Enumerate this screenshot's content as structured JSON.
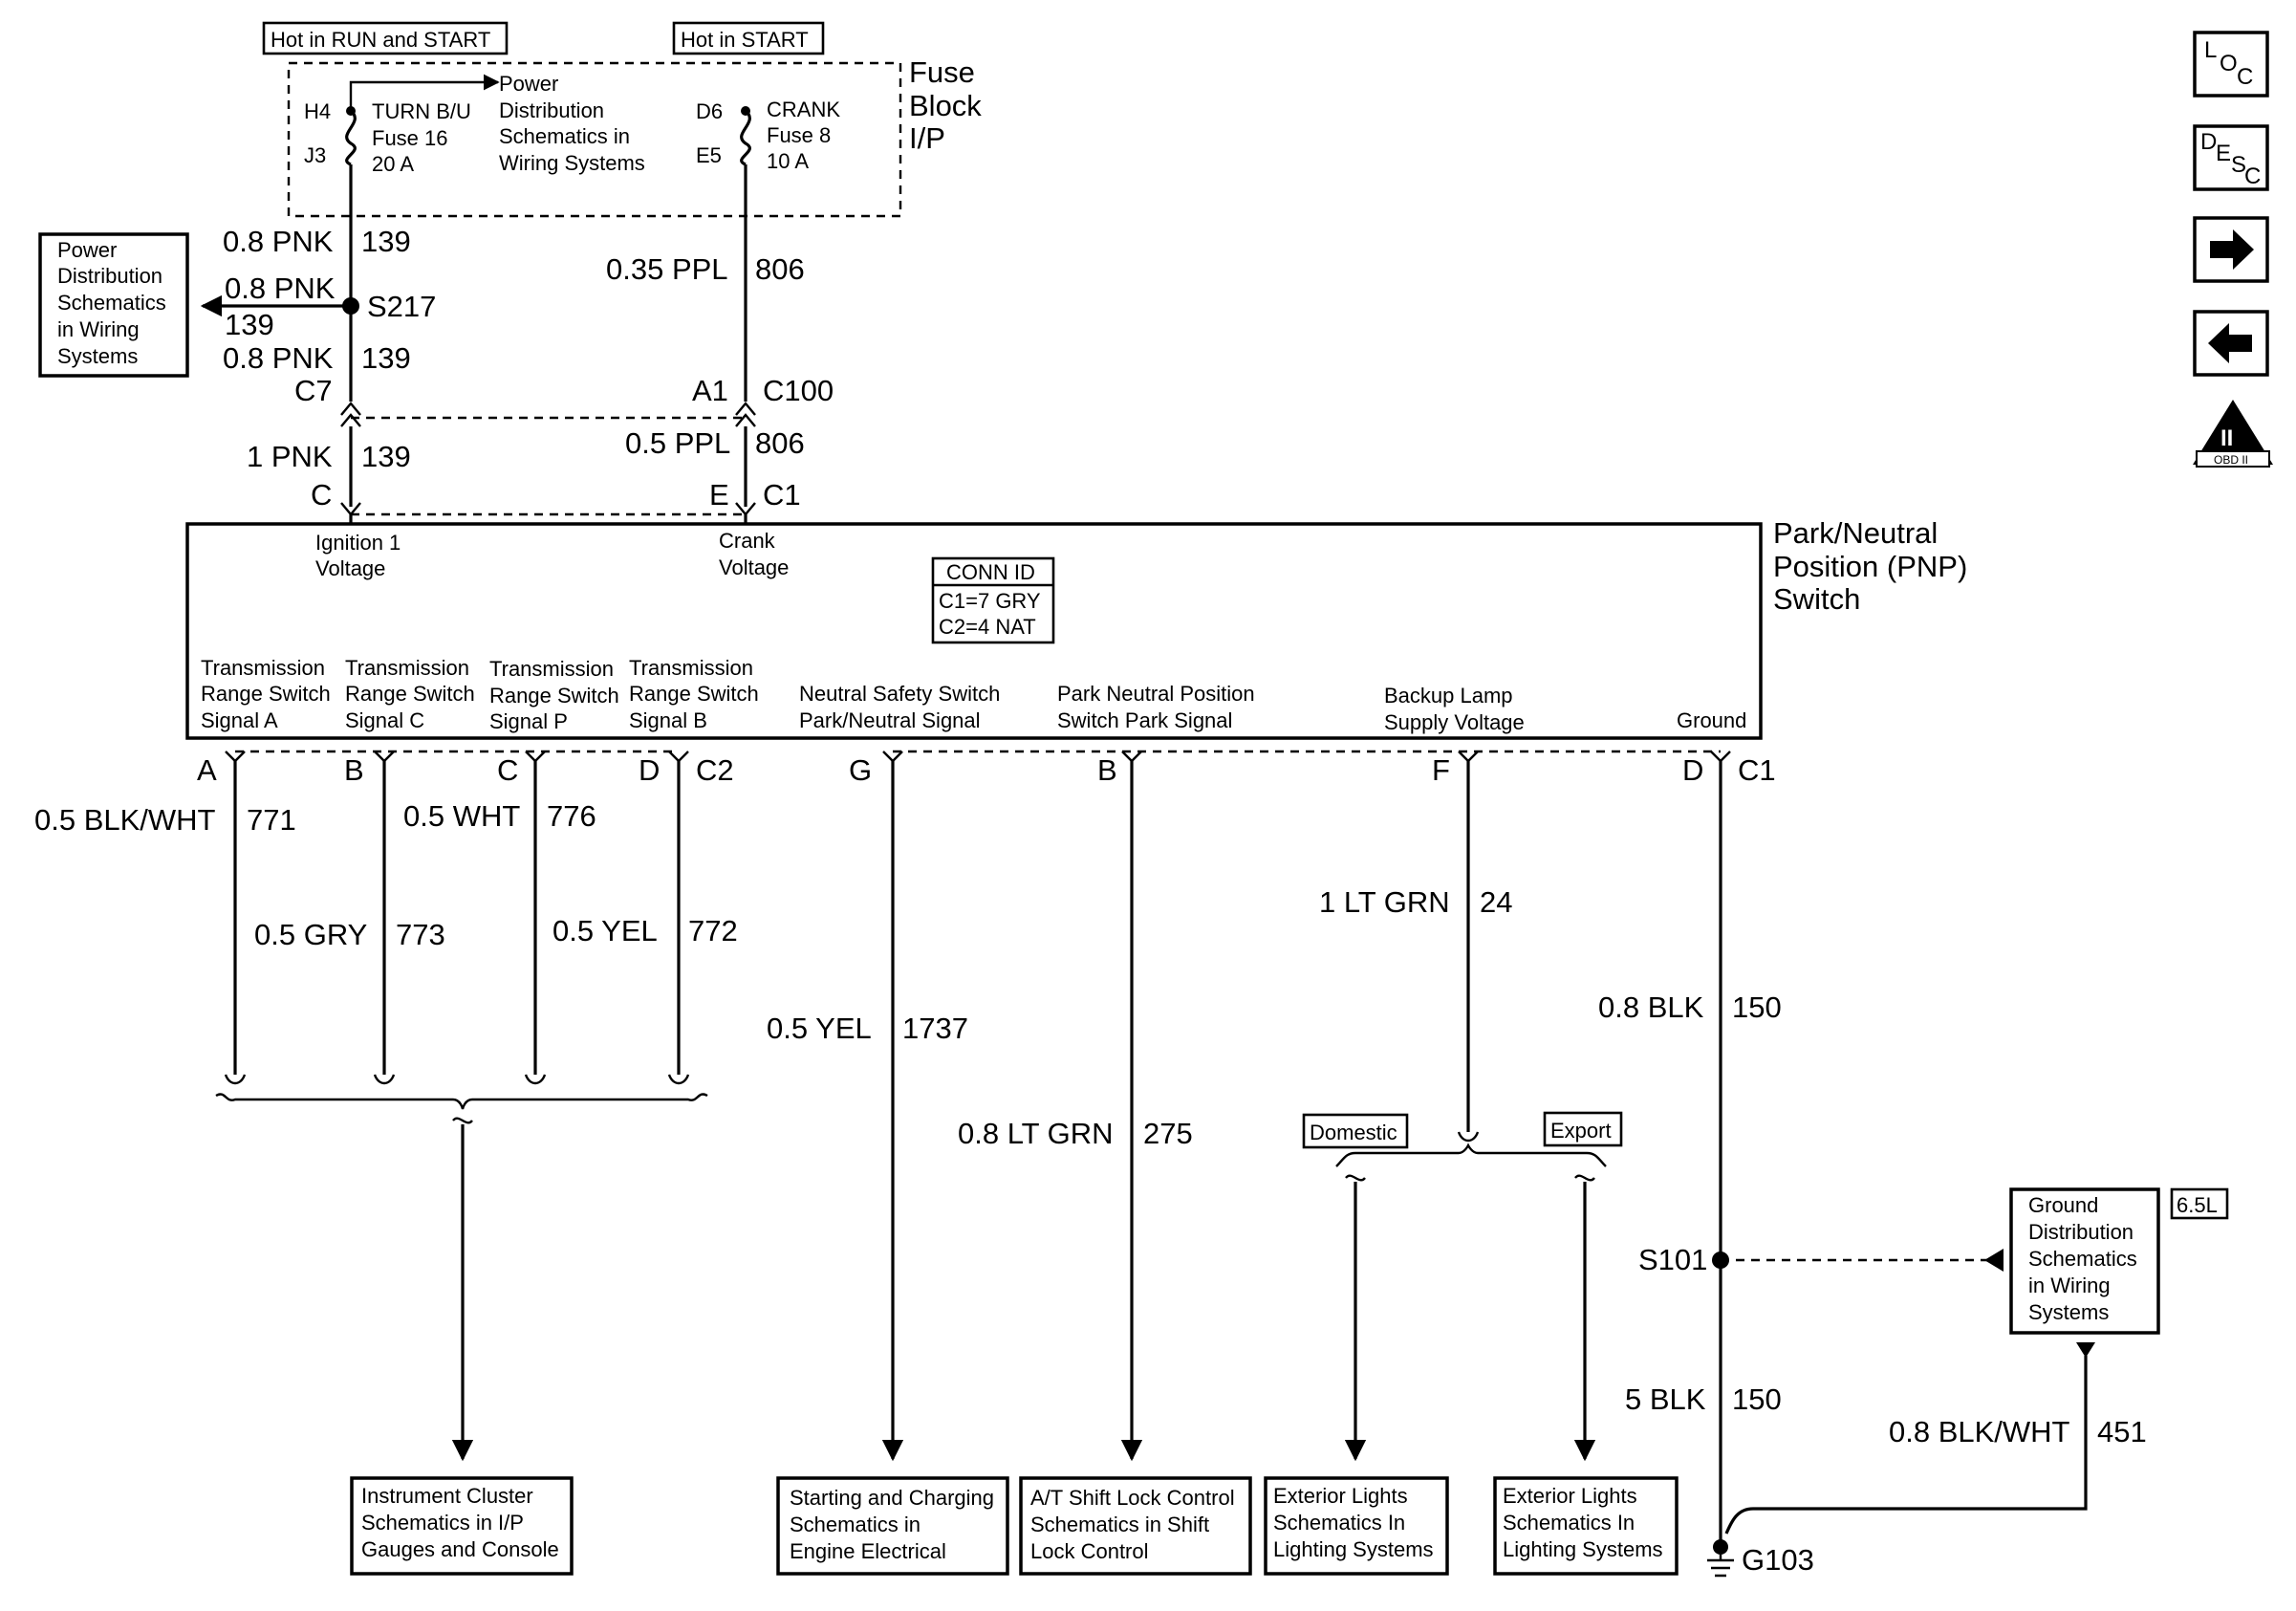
{
  "fuse_block": {
    "hot_run_start": "Hot in RUN and START",
    "hot_start": "Hot in START",
    "title": [
      "Fuse",
      "Block",
      "I/P"
    ],
    "pin_h4": "H4",
    "pin_j3": "J3",
    "pin_d6": "D6",
    "pin_e5": "E5",
    "fuse16": [
      "TURN B/U",
      "Fuse 16",
      "20 A"
    ],
    "fuse8": [
      "CRANK",
      "Fuse 8",
      "10 A"
    ],
    "power_dist": [
      "Power",
      "Distribution",
      "Schematics in",
      "Wiring Systems"
    ]
  },
  "left_ref": [
    "Power",
    "Distribution",
    "Schematics",
    "in Wiring",
    "Systems"
  ],
  "upper_wires": {
    "w1_size": "0.8 PNK",
    "w1_circuit": "139",
    "w2_size": "0.8 PNK",
    "w2_circuit": "139",
    "splice": "S217",
    "w3_size": "0.8 PNK",
    "w3_circuit": "139",
    "c7": "C7",
    "ppl_size": "0.35 PPL",
    "ppl_circuit": "806",
    "a1": "A1",
    "c100": "C100",
    "w4_size": "1 PNK",
    "w4_circuit": "139",
    "ppl2_size": "0.5 PPL",
    "ppl2_circuit": "806",
    "pin_c": "C",
    "pin_e": "E",
    "c1_top": "C1"
  },
  "pnp": {
    "title": [
      "Park/Neutral",
      "Position (PNP)",
      "Switch"
    ],
    "ign": [
      "Ignition 1",
      "Voltage"
    ],
    "crank": [
      "Crank",
      "Voltage"
    ],
    "conn_id": [
      "CONN ID",
      "C1=7 GRY",
      "C2=4 NAT"
    ],
    "sig_a": [
      "Transmission",
      "Range Switch",
      "Signal A"
    ],
    "sig_c": [
      "Transmission",
      "Range Switch",
      "Signal C"
    ],
    "sig_p": [
      "Transmission",
      "Range Switch",
      "Signal P"
    ],
    "sig_b": [
      "Transmission",
      "Range Switch",
      "Signal B"
    ],
    "neutral": [
      "Neutral Safety Switch",
      "Park/Neutral Signal"
    ],
    "park": [
      "Park Neutral Position",
      "Switch Park Signal"
    ],
    "backup": [
      "Backup Lamp",
      "Supply Voltage"
    ],
    "ground": "Ground"
  },
  "lower_pins": {
    "a": "A",
    "b": "B",
    "c": "C",
    "d": "D",
    "c2": "C2",
    "g": "G",
    "b2": "B",
    "f": "F",
    "d2": "D",
    "c1": "C1"
  },
  "lower_wires": {
    "w771_size": "0.5 BLK/WHT",
    "w771": "771",
    "w773_size": "0.5 GRY",
    "w773": "773",
    "w776_size": "0.5 WHT",
    "w776": "776",
    "w772_size": "0.5 YEL",
    "w772": "772",
    "w1737_size": "0.5 YEL",
    "w1737": "1737",
    "w275_size": "0.8 LT GRN",
    "w275": "275",
    "w24_size": "1 LT GRN",
    "w24": "24",
    "w150a_size": "0.8 BLK",
    "w150a": "150",
    "s101": "S101",
    "w150b_size": "5 BLK",
    "w150b": "150",
    "w451_size": "0.8 BLK/WHT",
    "w451": "451",
    "g103": "G103"
  },
  "options": {
    "domestic": "Domestic",
    "export": "Export",
    "engine": "6.5L"
  },
  "ground_ref": [
    "Ground",
    "Distribution",
    "Schematics",
    "in Wiring",
    "Systems"
  ],
  "destinations": {
    "ic": [
      "Instrument Cluster",
      "Schematics in I/P",
      "Gauges and Console"
    ],
    "sc": [
      "Starting and Charging",
      "Schematics in",
      "Engine Electrical"
    ],
    "at": [
      "A/T Shift Lock Control",
      "Schematics in Shift",
      "Lock Control"
    ],
    "ext1": [
      "Exterior Lights",
      "Schematics In",
      "Lighting Systems"
    ],
    "ext2": [
      "Exterior Lights",
      "Schematics In",
      "Lighting Systems"
    ]
  },
  "nav": {
    "loc": [
      "L",
      "O",
      "C"
    ],
    "desc": [
      "D",
      "E",
      "S",
      "C"
    ],
    "obd": "II",
    "obd_sub": "OBD II",
    "icons": [
      "location-icon",
      "description-icon",
      "arrow-right-icon",
      "arrow-left-icon",
      "obd-ii-icon"
    ]
  }
}
